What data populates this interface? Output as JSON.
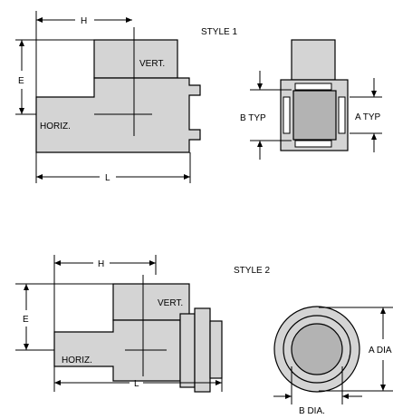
{
  "colors": {
    "part_fill": "#d4d4d4",
    "core_fill": "#b3b3b3",
    "line": "#000000",
    "background": "#ffffff"
  },
  "style1": {
    "title": "STYLE 1",
    "dim_h": "H",
    "dim_e": "E",
    "dim_l": "L",
    "vert_label": "VERT.",
    "horiz_label": "HORIZ.",
    "b_typ": "B TYP",
    "a_typ": "A TYP"
  },
  "style2": {
    "title": "STYLE 2",
    "dim_h": "H",
    "dim_e": "E",
    "dim_l": "L",
    "vert_label": "VERT.",
    "horiz_label": "HORIZ.",
    "a_dia": "A DIA",
    "b_dia": "B DIA."
  }
}
